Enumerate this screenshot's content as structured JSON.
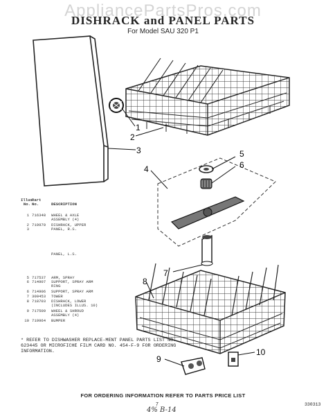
{
  "watermark": "AppliancePartsPros.com",
  "title": "DISHRACK and PANEL PARTS",
  "subtitle": "For Model SAU 320 P1",
  "callouts": [
    "1",
    "2",
    "3",
    "4",
    "5",
    "6",
    "7",
    "8",
    "9",
    "10"
  ],
  "parts_table": {
    "headers": {
      "illus_no": "Illus. No.",
      "part_no": "Part No.",
      "description": "DESCRIPTION"
    },
    "rows": [
      {
        "no": "1",
        "part": "716348",
        "desc": "WHEEL & AXLE"
      },
      {
        "no": "",
        "part": "",
        "desc": "ASSEMBLY (4)"
      },
      {
        "no": "2",
        "part": "719970",
        "desc": "DISHRACK, UPPER"
      },
      {
        "no": "3",
        "part": "",
        "desc": "PANEL, R.S."
      },
      {
        "no": "",
        "part": "",
        "desc": "PANEL, L.S."
      },
      {
        "no": "5",
        "part": "717537",
        "desc": "ARM, SPRAY"
      },
      {
        "no": "6",
        "part": "714907",
        "desc": "SUPPORT, SPRAY ARM"
      },
      {
        "no": "",
        "part": "",
        "desc": "RING"
      },
      {
        "no": "6",
        "part": "714906",
        "desc": "SUPPORT, SPRAY ARM"
      },
      {
        "no": "7",
        "part": "300453",
        "desc": "TOWER"
      },
      {
        "no": "8",
        "part": "718703",
        "desc": "DISHRACK, LOWER"
      },
      {
        "no": "",
        "part": "",
        "desc": "(INCLUDES ILLUS. 10)"
      },
      {
        "no": "9",
        "part": "717509",
        "desc": "WHEEL & SHROUD"
      },
      {
        "no": "",
        "part": "",
        "desc": "ASSEMBLY (4)"
      },
      {
        "no": "10",
        "part": "719964",
        "desc": "BUMPER"
      }
    ]
  },
  "note": "* REFER TO DISHWASHER REPLACE-MENT PANEL PARTS LIST NO. 623445 OR MICROFICHE FILM CARD NO. 454-F-9 FOR ORDERING INFORMATION.",
  "footer": "FOR ORDERING INFORMATION REFER TO PARTS PRICE LIST",
  "page_number": "7",
  "handwriting": "4% B-14",
  "doc_number": "330313"
}
